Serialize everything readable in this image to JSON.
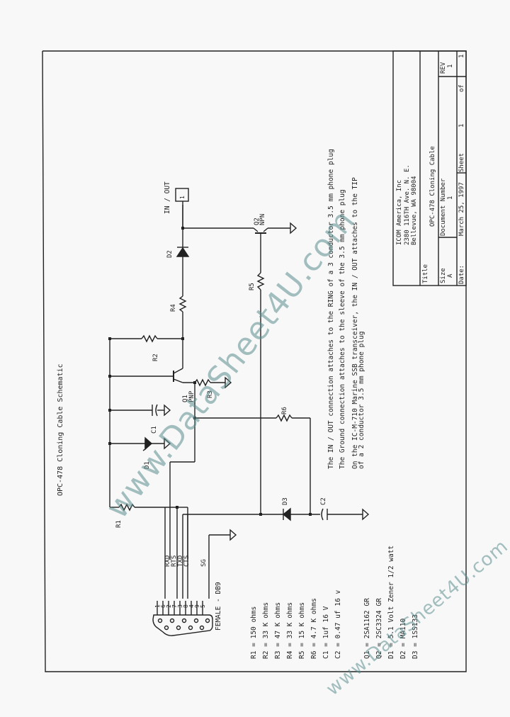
{
  "sheet": {
    "schematic_title": "OPC-478 Cloning Cable Schematic",
    "orientation": "rotated 90 degrees counter-clockwise"
  },
  "title_block": {
    "company": "ICOM America, Inc",
    "address_line1": "2380 116TH Ave. N. E.",
    "address_line2": "Bellevue, WA 98004",
    "title_label": "Title",
    "title_value": "OPC-478 Cloning Cable",
    "size_label": "Size",
    "size_value": "A",
    "doc_number_label": "Document Number",
    "doc_number_value": "1",
    "rev_label": "REV",
    "rev_value": "1",
    "date_label": "Date:",
    "date_value": "March 25, 1997",
    "sheet_label": "Sheet",
    "sheet_value": "1",
    "of_label": "of",
    "of_value": "1"
  },
  "notes": [
    "The IN / OUT connection attaches to the RING of a 3 conductor 3.5 mm phone plug",
    "The Ground connection attaches to the sleeve of the 3.5 mm phone plug",
    "On the IC-M-710 Marine SSB transceiver, the IN / OUT attaches to the TIP",
    "of a 2 conductor 3.5 mm phone plug"
  ],
  "parts_list": {
    "values": [
      "R1 = 150 ohms",
      "R2 = 33 K ohms",
      "R3 = 47 K ohms",
      "R4 = 33 K ohms",
      "R5 = 15 K ohms",
      "R6 = 4.7 K ohms",
      "C1 = 1uf 16 V",
      "C2 = 0.47 uf 16 v"
    ],
    "semis": [
      "Q1 = 2SA1162 GR",
      "Q2 = 2SC3324 GR",
      "D1 = 5.1 Volt Zener 1/2 watt",
      "D2 = MA110",
      "D3 = 1SS133"
    ]
  },
  "components": {
    "R1": "R1",
    "R2": "R2",
    "R3": "R3",
    "R4": "R4",
    "R5": "R5",
    "R6": "R6",
    "C1": "C1",
    "C2": "C2",
    "D1": "D1",
    "D2": "D2",
    "D3": "D3",
    "Q1": "Q1",
    "Q1_type": "PNP",
    "Q2": "Q2",
    "Q2_type": "NPN",
    "io_pin": "1",
    "io_label": "IN / OUT"
  },
  "connector": {
    "label": "FEMALE - DB9",
    "pins": [
      "1",
      "6",
      "2",
      "7",
      "3",
      "8",
      "4",
      "9",
      "5"
    ],
    "signals": [
      "RXD",
      "RTS",
      "TXD",
      "CTS",
      "SG"
    ]
  },
  "watermark": {
    "text": "www.DataSheet4U.com"
  },
  "colors": {
    "ink": "#222222",
    "paper": "#f8f8f8",
    "watermark": "#5a8c8c"
  }
}
